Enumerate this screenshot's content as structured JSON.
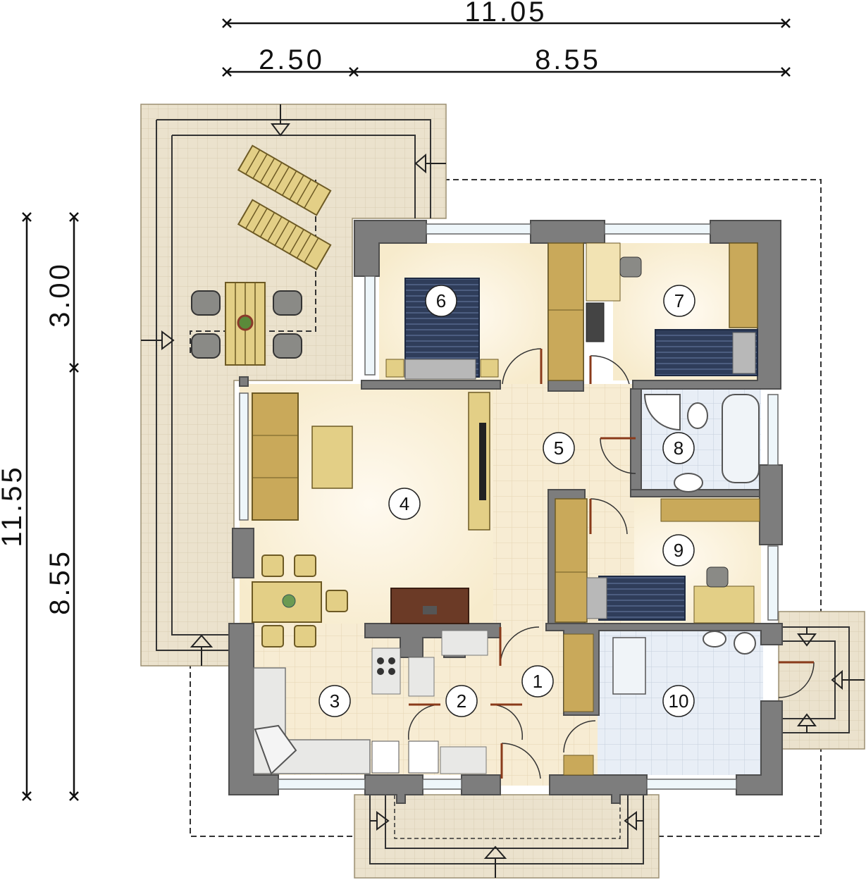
{
  "dimensions": {
    "top_total": "11.05",
    "top_left": "2.50",
    "top_right": "8.55",
    "left_total": "11.55",
    "left_upper": "3.00",
    "left_lower": "8.55"
  },
  "rooms": [
    {
      "id": "1",
      "label": "1"
    },
    {
      "id": "2",
      "label": "2"
    },
    {
      "id": "3",
      "label": "3"
    },
    {
      "id": "4",
      "label": "4"
    },
    {
      "id": "5",
      "label": "5"
    },
    {
      "id": "6",
      "label": "6"
    },
    {
      "id": "7",
      "label": "7"
    },
    {
      "id": "8",
      "label": "8"
    },
    {
      "id": "9",
      "label": "9"
    },
    {
      "id": "10",
      "label": "10"
    }
  ],
  "colors": {
    "wall": "#7a7a7a",
    "wall_edge": "#555555",
    "floor_warm": "#fbf3dc",
    "tile": "#f6ead0",
    "terrace": "#e9e1cd",
    "wood": "#c9a95a",
    "bath_tile": "#e6eef7",
    "bed_blue": "#2f3d5a",
    "glass": "#cfe6f2"
  }
}
